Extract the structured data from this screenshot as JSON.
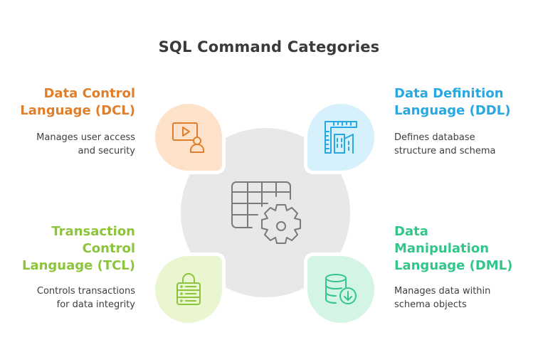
{
  "title": "SQL Command Categories",
  "categories": {
    "dcl": {
      "heading_lines": [
        "Data Control",
        "Language (DCL)"
      ],
      "description_lines": [
        "Manages user access",
        "and security"
      ],
      "icon": "presentation-user-icon",
      "color": "#e07f2b",
      "bg_color": "#fde2c9"
    },
    "ddl": {
      "heading_lines": [
        "Data Definition",
        "Language (DDL)"
      ],
      "description_lines": [
        "Defines database",
        "structure and schema"
      ],
      "icon": "blueprint-building-icon",
      "color": "#27a8e0",
      "bg_color": "#d6f1fb"
    },
    "tcl": {
      "heading_lines": [
        "Transaction",
        "Control",
        "Language (TCL)"
      ],
      "description_lines": [
        "Controls transactions",
        "for data integrity"
      ],
      "icon": "server-lock-icon",
      "color": "#8cc43c",
      "bg_color": "#e9f6cf"
    },
    "dml": {
      "heading_lines": [
        "Data",
        "Manipulation",
        "Language (DML)"
      ],
      "description_lines": [
        "Manages data within",
        "schema objects"
      ],
      "icon": "database-download-icon",
      "color": "#34c58a",
      "bg_color": "#d4f4e5"
    }
  },
  "center": {
    "icon": "table-settings-icon",
    "bg_color": "#e8e8e8"
  }
}
